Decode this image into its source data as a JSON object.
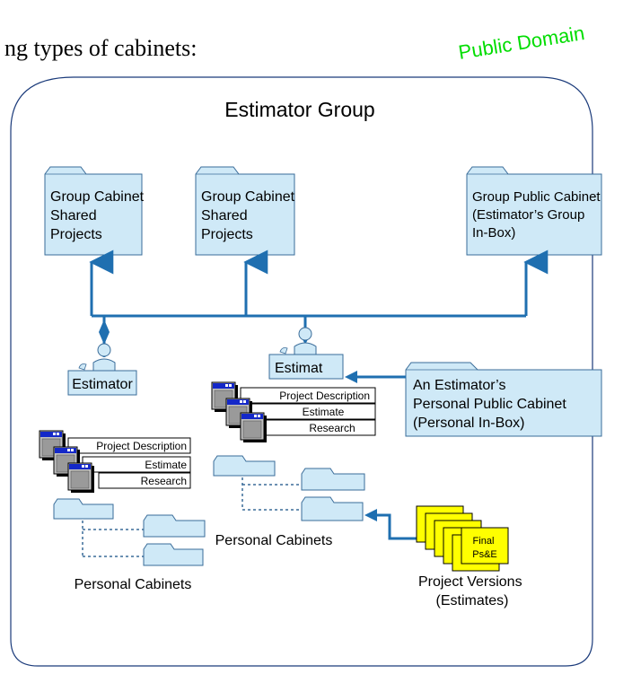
{
  "header_fragment": "ng types of cabinets:",
  "watermark": "Public Domain",
  "group": {
    "title": "Estimator Group"
  },
  "group_cabinets": [
    {
      "lines": [
        "Group Cabinet",
        "Shared",
        "Projects"
      ]
    },
    {
      "lines": [
        "Group Cabinet",
        "Shared",
        "Projects"
      ]
    },
    {
      "lines": [
        "Group Public Cabinet",
        "(Estimator’s  Group",
        "In-Box)"
      ]
    }
  ],
  "estimator_label": "Estimator",
  "estimator_label_partial": "Estimat",
  "document_windows": {
    "left": [
      "Project Description",
      "Estimate",
      "Research"
    ],
    "right": [
      "Project Description",
      "Estimate",
      "Research"
    ]
  },
  "personal_public_cabinet": {
    "lines": [
      "An Estimator’s",
      "Personal Public Cabinet",
      "(Personal In-Box)"
    ]
  },
  "personal_cabinets_label_left": "Personal Cabinets",
  "personal_cabinets_label_right": "Personal Cabinets",
  "versions_stack": {
    "card_lines": [
      "Final",
      "Ps&E"
    ]
  },
  "project_versions_label": [
    "Project Versions",
    "(Estimates)"
  ],
  "colors": {
    "folder_fill": "#cfe9f7",
    "folder_stroke": "#3a6c99",
    "connector": "#1f6fb0",
    "version_fill": "#ffff00",
    "window_titlebar": "#1428c8",
    "watermark": "#00dd00"
  }
}
